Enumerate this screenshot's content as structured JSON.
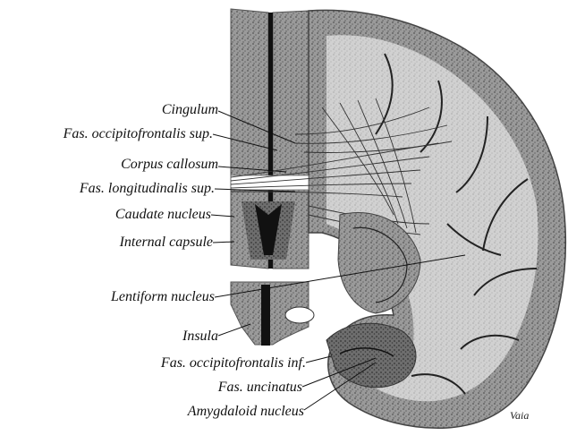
{
  "figure": {
    "labels": [
      {
        "id": "cingulum",
        "text": "Cingulum"
      },
      {
        "id": "fas-occipitofrontalis-sup",
        "text": "Fas. occipitofrontalis sup."
      },
      {
        "id": "corpus-callosum",
        "text": "Corpus callosum"
      },
      {
        "id": "fas-longitudinalis-sup",
        "text": "Fas. longitudinalis sup."
      },
      {
        "id": "caudate-nucleus",
        "text": "Caudate nucleus"
      },
      {
        "id": "internal-capsule",
        "text": "Internal capsule"
      },
      {
        "id": "lentiform-nucleus",
        "text": "Lentiform nucleus"
      },
      {
        "id": "insula",
        "text": "Insula"
      },
      {
        "id": "fas-occipitofrontalis-inf",
        "text": "Fas. occipitofrontalis inf."
      },
      {
        "id": "fas-uncinatus",
        "text": "Fas. uncinatus"
      },
      {
        "id": "amygdaloid-nucleus",
        "text": "Amygdaloid nucleus"
      }
    ],
    "signature": "Vaia"
  },
  "colors": {
    "ink": "#111111",
    "cortex": "#8a8a8a",
    "white_matter": "#ffffff",
    "fissure": "#1a1a1a"
  }
}
